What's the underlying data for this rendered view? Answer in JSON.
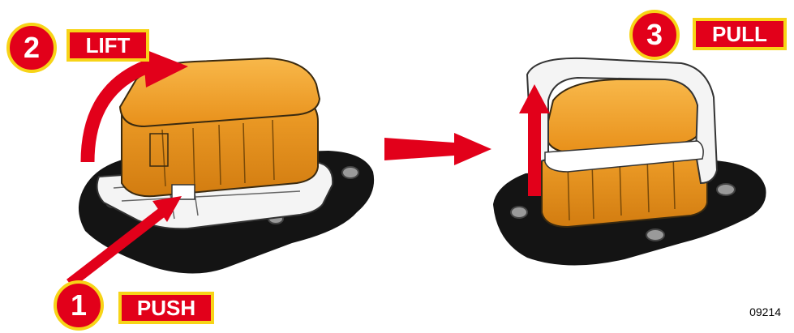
{
  "steps": [
    {
      "number": "1",
      "label": "PUSH"
    },
    {
      "number": "2",
      "label": "LIFT"
    },
    {
      "number": "3",
      "label": "PULL"
    }
  ],
  "figure_code": "09214",
  "colors": {
    "badge_fill": "#e2001a",
    "badge_border": "#f7d417",
    "arrow": "#e2001a",
    "housing_orange": "#f0a020",
    "base_black": "#141414",
    "latch_white": "#f4f4f4"
  },
  "icons": [
    "red-push-arrow",
    "red-curved-lift-arrow",
    "red-transition-arrow",
    "red-pull-up-arrow"
  ]
}
